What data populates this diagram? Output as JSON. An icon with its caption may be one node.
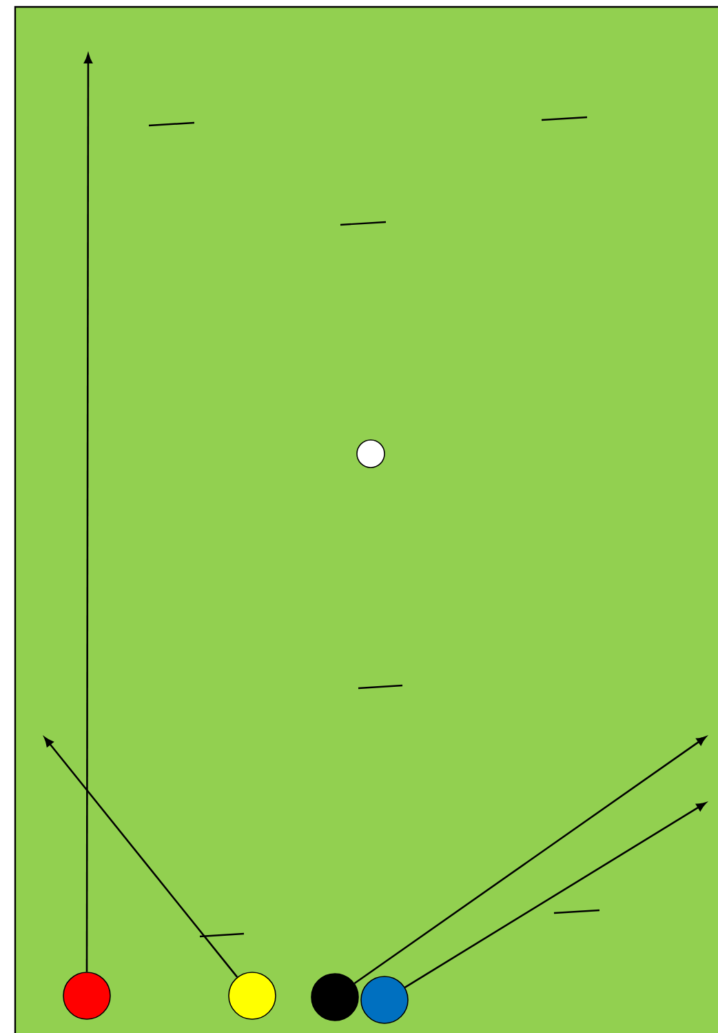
{
  "diagram": {
    "nodes": [
      {
        "text": [],
        "shape": "circle"
      },
      {
        "text": [],
        "shape": "circle"
      },
      {
        "text": [],
        "shape": "circle"
      },
      {
        "text": [],
        "shape": "circle"
      },
      {
        "text": [],
        "shape": "circle"
      }
    ],
    "edges": [
      {
        "from": 0,
        "to": null,
        "arrow": "to"
      },
      {
        "from": 1,
        "to": null,
        "arrow": "to"
      },
      {
        "from": 2,
        "to": null,
        "arrow": "to"
      },
      {
        "from": 3,
        "to": null,
        "arrow": "to"
      }
    ]
  }
}
